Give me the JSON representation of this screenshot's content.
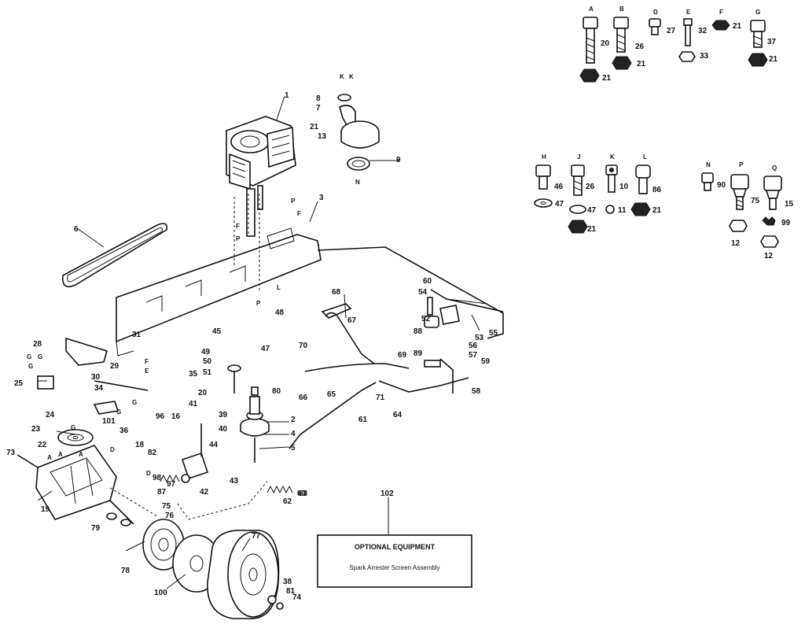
{
  "optional_box": {
    "callout": "102",
    "title": "OPTIONAL EQUIPMENT",
    "subtitle": "Spark Arrester Screen Assembly"
  },
  "hardware_top": [
    {
      "letter": "A",
      "nums": [
        "20",
        "21"
      ]
    },
    {
      "letter": "B",
      "nums": [
        "26",
        "21"
      ]
    },
    {
      "letter": "D",
      "nums": [
        "27"
      ]
    },
    {
      "letter": "E",
      "nums": [
        "32",
        "33"
      ]
    },
    {
      "letter": "F",
      "nums": [
        "21"
      ]
    },
    {
      "letter": "G",
      "nums": [
        "37",
        "21"
      ]
    }
  ],
  "hardware_mid": [
    {
      "letter": "H",
      "nums": [
        "46",
        "47"
      ]
    },
    {
      "letter": "J",
      "nums": [
        "26",
        "47",
        "21"
      ]
    },
    {
      "letter": "K",
      "nums": [
        "10",
        "11"
      ]
    },
    {
      "letter": "L",
      "nums": [
        "86",
        "21"
      ]
    }
  ],
  "hardware_right": [
    {
      "letter": "N",
      "nums": [
        "90"
      ]
    },
    {
      "letter": "P",
      "nums": [
        "75",
        "12"
      ]
    },
    {
      "letter": "Q",
      "nums": [
        "15",
        "99",
        "12"
      ]
    }
  ],
  "callouts": [
    "1",
    "2",
    "3",
    "4",
    "5",
    "6",
    "7",
    "8",
    "9",
    "13",
    "16",
    "18",
    "19",
    "20",
    "21",
    "22",
    "23",
    "24",
    "25",
    "28",
    "29",
    "30",
    "31",
    "34",
    "35",
    "36",
    "38",
    "39",
    "40",
    "41",
    "42",
    "43",
    "44",
    "45",
    "47",
    "48",
    "49",
    "50",
    "51",
    "52",
    "53",
    "54",
    "55",
    "56",
    "57",
    "58",
    "59",
    "60",
    "61",
    "62",
    "63",
    "64",
    "65",
    "66",
    "67",
    "68",
    "69",
    "70",
    "71",
    "73",
    "74",
    "75",
    "76",
    "77",
    "78",
    "79",
    "80",
    "81",
    "82",
    "83",
    "87",
    "88",
    "89",
    "96",
    "97",
    "98",
    "100",
    "101"
  ]
}
